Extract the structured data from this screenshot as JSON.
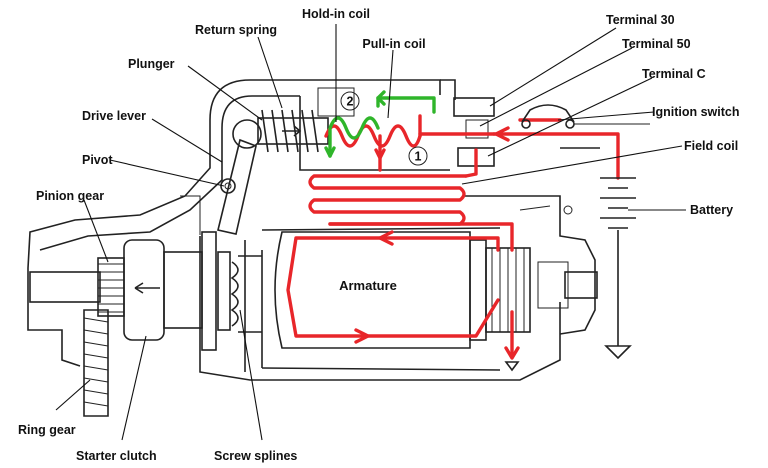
{
  "labels": {
    "hold_in_coil": "Hold-in coil",
    "return_spring": "Return spring",
    "pull_in_coil": "Pull-in coil",
    "terminal_30": "Terminal 30",
    "terminal_50": "Terminal 50",
    "terminal_c": "Terminal C",
    "ignition_switch": "Ignition switch",
    "field_coil": "Field coil",
    "battery": "Battery",
    "plunger": "Plunger",
    "drive_lever": "Drive lever",
    "pivot": "Pivot",
    "pinion_gear": "Pinion gear",
    "armature": "Armature",
    "ring_gear": "Ring gear",
    "starter_clutch": "Starter clutch",
    "screw_splines": "Screw splines"
  },
  "markers": {
    "circuit_1": "1",
    "circuit_2": "2"
  },
  "colors": {
    "current_path": "#e8262a",
    "hold_in_path": "#2fb52a",
    "outline": "#222222"
  }
}
